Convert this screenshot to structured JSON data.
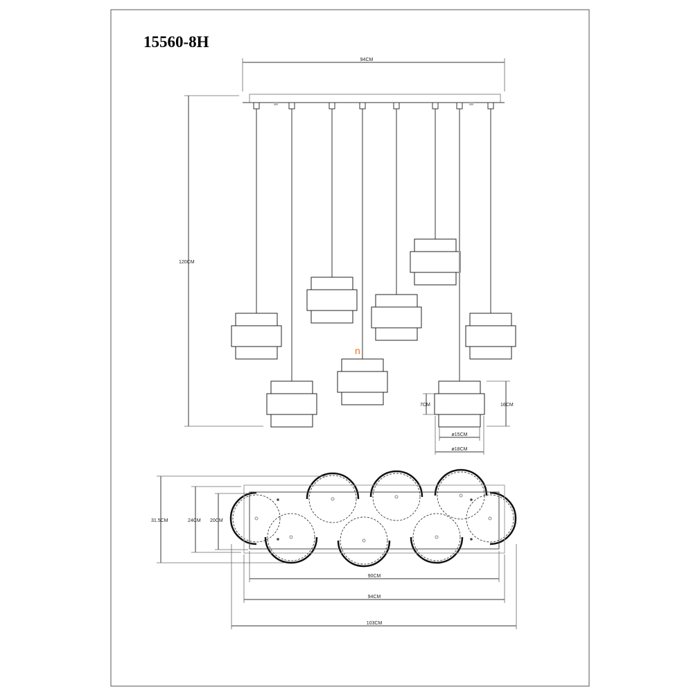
{
  "title": "15560-8H",
  "watermark": "n",
  "side_view": {
    "canopy_width": "94CM",
    "total_height": "120CM",
    "shade_height": "16CM",
    "band_height": "7CM",
    "inner_diameter": "ø15CM",
    "outer_diameter": "ø18CM",
    "pendant_count": 8
  },
  "top_view": {
    "depth_total": "31.5CM",
    "depth_canopy": "24CM",
    "depth_inner": "20CM",
    "width_inner": "90CM",
    "width_canopy": "94CM",
    "width_total": "103CM"
  }
}
